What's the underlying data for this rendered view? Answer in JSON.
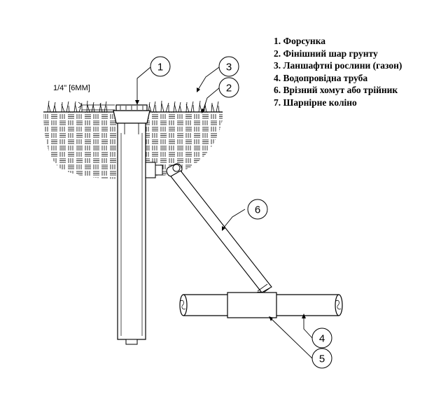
{
  "legend": [
    "1. Форсунка",
    "2. Фінішний шар грунту",
    "3. Ланшафтні рослини (газон)",
    "4. Водопровідна труба",
    "6. Врізний хомут або трійник",
    "7. Шарнірне коліно"
  ],
  "dimension_label": "1/4\" [6MM]",
  "callouts": [
    "1",
    "2",
    "3",
    "4",
    "5",
    "6"
  ]
}
